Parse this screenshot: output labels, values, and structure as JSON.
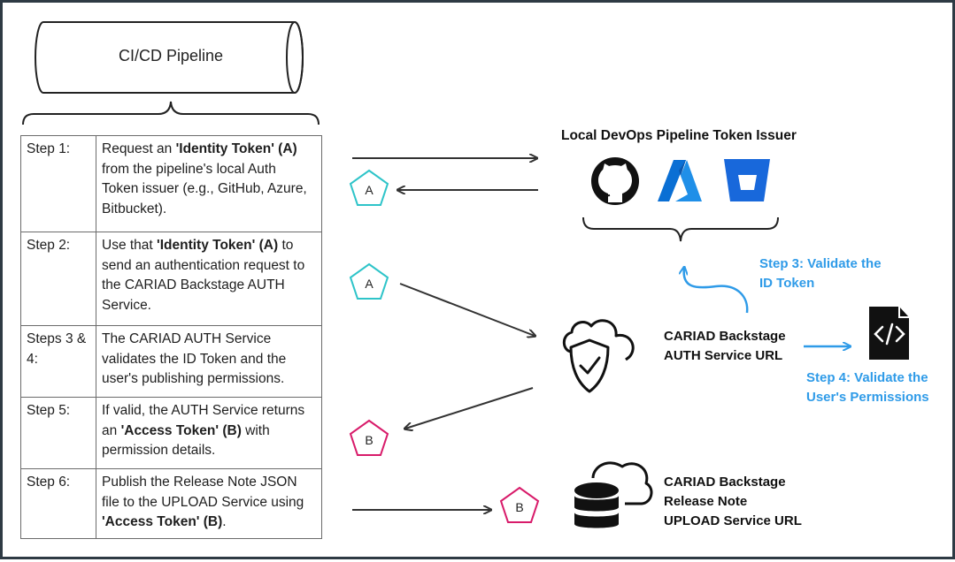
{
  "pipeline": {
    "label": "CI/CD Pipeline"
  },
  "steps": [
    {
      "label": "Step 1:",
      "parts": [
        "Request an ",
        "'Identity Token' (A)",
        " from the pipeline's local Auth Token issuer (e.g., GitHub, Azure, Bitbucket)."
      ]
    },
    {
      "label": "Step 2:",
      "parts": [
        "Use that ",
        "'Identity Token' (A)",
        " to send an authentication request to the CARIAD Backstage AUTH Service."
      ]
    },
    {
      "label": "Steps 3 & 4:",
      "text": "The CARIAD AUTH Service validates the ID Token and the user's publishing permissions."
    },
    {
      "label": "Step 5:",
      "parts": [
        "If valid, the AUTH Service returns an ",
        "'Access Token' (B)",
        " with permission details."
      ]
    },
    {
      "label": "Step 6:",
      "parts": [
        "Publish the Release Note JSON file to the UPLOAD Service using ",
        "'Access Token' (B)",
        "."
      ]
    }
  ],
  "issuer": {
    "title": "Local DevOps Pipeline Token Issuer",
    "icons": [
      "github-icon",
      "azure-icon",
      "bitbucket-icon"
    ]
  },
  "auth_service": {
    "line1": "CARIAD Backstage",
    "line2": "AUTH Service URL"
  },
  "upload_service": {
    "line1": "CARIAD Backstage",
    "line2": "Release Note",
    "line3": "UPLOAD Service URL"
  },
  "step3": {
    "line1": "Step 3: Validate the",
    "line2": "ID Token"
  },
  "step4": {
    "line1": "Step 4: Validate the",
    "line2": "User's Permissions"
  },
  "tokens": {
    "a": "A",
    "b": "B"
  },
  "colors": {
    "token_a": "#2ec4c9",
    "token_b": "#d81b6a",
    "accent_blue": "#2f9be8",
    "azure": "#0a6fd4",
    "bitbucket": "#1868db",
    "arrow": "#333333"
  }
}
